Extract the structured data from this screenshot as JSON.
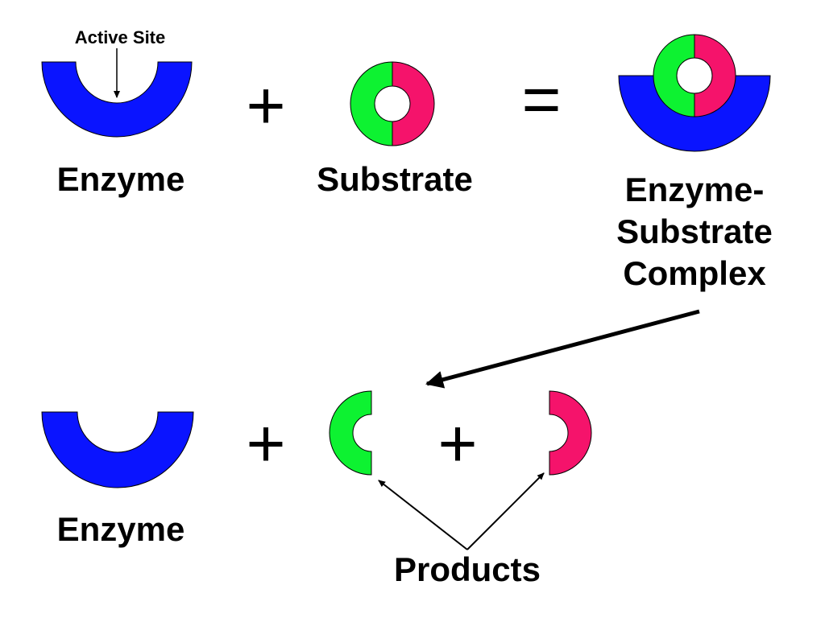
{
  "labels": {
    "active_site": "Active Site",
    "enzyme_top": "Enzyme",
    "substrate": "Substrate",
    "complex_line1": "Enzyme-",
    "complex_line2": "Substrate",
    "complex_line3": "Complex",
    "enzyme_bottom": "Enzyme",
    "products": "Products"
  },
  "operators": {
    "plus1": "+",
    "equals": "=",
    "plus2": "+",
    "plus3": "+"
  },
  "colors": {
    "enzyme": "#0a14ff",
    "substrate_left": "#0df231",
    "substrate_right": "#f5136b",
    "outline": "#000000"
  }
}
